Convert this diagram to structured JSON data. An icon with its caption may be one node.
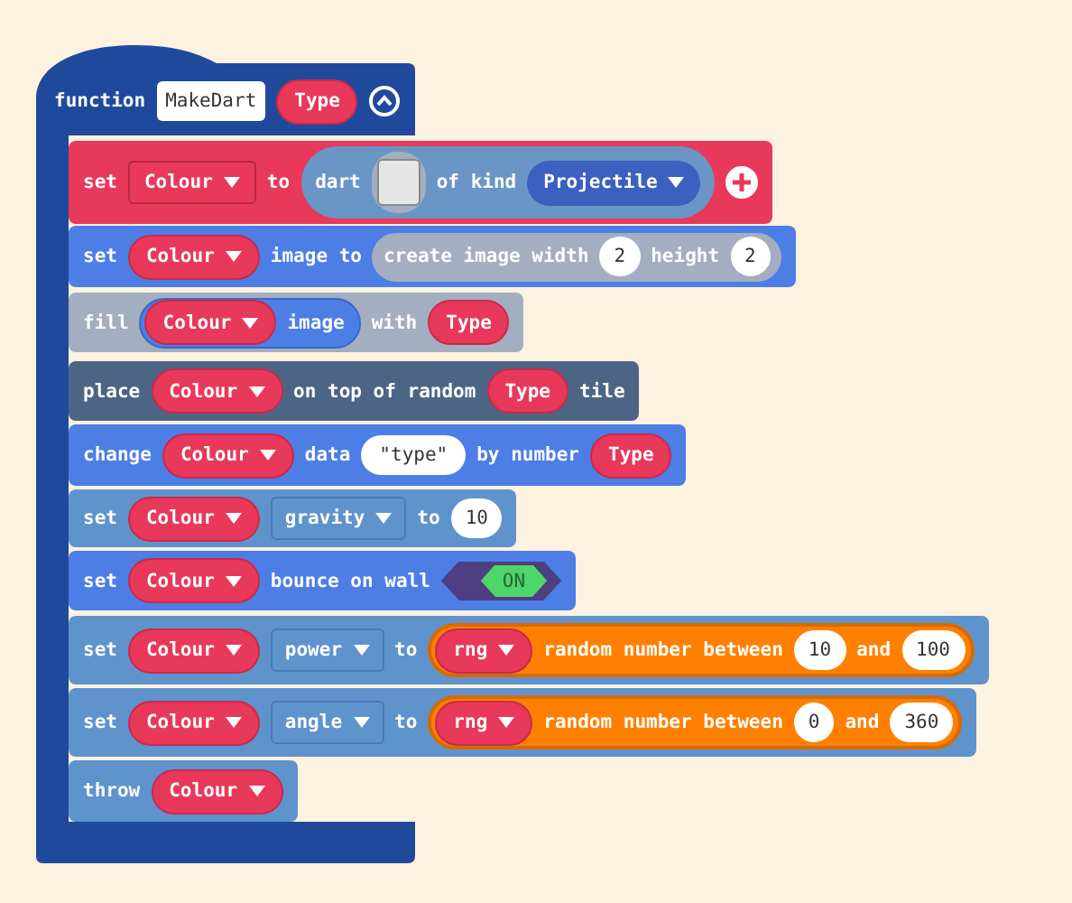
{
  "diagram": {
    "nodes": [
      {
        "text": [
          "function"
        ]
      },
      {
        "text": [
          "MakeDart"
        ],
        "in": 0
      },
      {
        "text": [
          "Type"
        ],
        "in": 0
      },
      {
        "text": [
          "set",
          "to"
        ]
      },
      {
        "text": [
          "Colour"
        ],
        "in": 3
      },
      {
        "text": [
          "dart",
          "of kind"
        ],
        "in": 3
      },
      {
        "text": [],
        "shape": "box",
        "in": 5
      },
      {
        "text": [
          "Projectile"
        ],
        "in": 5
      },
      {
        "text": [
          "set",
          "image to"
        ]
      },
      {
        "text": [
          "Colour"
        ],
        "in": 8
      },
      {
        "text": [
          "create image width",
          "height"
        ],
        "in": 8
      },
      {
        "text": [
          "2"
        ],
        "in": 10
      },
      {
        "text": [
          "2"
        ],
        "in": 10
      },
      {
        "text": [
          "fill",
          "with"
        ]
      },
      {
        "text": [
          "image"
        ],
        "in": 13
      },
      {
        "text": [
          "Colour"
        ],
        "in": 14
      },
      {
        "text": [
          "Type"
        ],
        "in": 13
      },
      {
        "text": [
          "place",
          "on top of random",
          "tile"
        ]
      },
      {
        "text": [
          "Colour"
        ],
        "in": 17
      },
      {
        "text": [
          "Type"
        ],
        "in": 17
      },
      {
        "text": [
          "change",
          "data",
          "by number"
        ]
      },
      {
        "text": [
          "Colour"
        ],
        "in": 20
      },
      {
        "text": [
          "\"type\""
        ],
        "in": 20
      },
      {
        "text": [
          "Type"
        ],
        "in": 20
      },
      {
        "text": [
          "set",
          "to"
        ]
      },
      {
        "text": [
          "Colour"
        ],
        "in": 24
      },
      {
        "text": [
          "gravity"
        ],
        "in": 24
      },
      {
        "text": [
          "10"
        ],
        "in": 24
      },
      {
        "text": [
          "set",
          "bounce on wall"
        ]
      },
      {
        "text": [
          "Colour"
        ],
        "in": 28
      },
      {
        "text": [
          "ON"
        ],
        "in": 28
      },
      {
        "text": [
          "set",
          "to"
        ]
      },
      {
        "text": [
          "Colour"
        ],
        "in": 31
      },
      {
        "text": [
          "power"
        ],
        "in": 31
      },
      {
        "text": [
          "random number between",
          "and"
        ],
        "in": 31
      },
      {
        "text": [
          "rng"
        ],
        "in": 34
      },
      {
        "text": [
          "10"
        ],
        "in": 34
      },
      {
        "text": [
          "100"
        ],
        "in": 34
      },
      {
        "text": [
          "set",
          "to"
        ]
      },
      {
        "text": [
          "Colour"
        ],
        "in": 38
      },
      {
        "text": [
          "angle"
        ],
        "in": 38
      },
      {
        "text": [
          "random number between",
          "and"
        ],
        "in": 38
      },
      {
        "text": [
          "rng"
        ],
        "in": 41
      },
      {
        "text": [
          "0"
        ],
        "in": 41
      },
      {
        "text": [
          "360"
        ],
        "in": 41
      },
      {
        "text": [
          "throw"
        ]
      },
      {
        "text": [
          "Colour"
        ],
        "in": 45
      }
    ]
  }
}
